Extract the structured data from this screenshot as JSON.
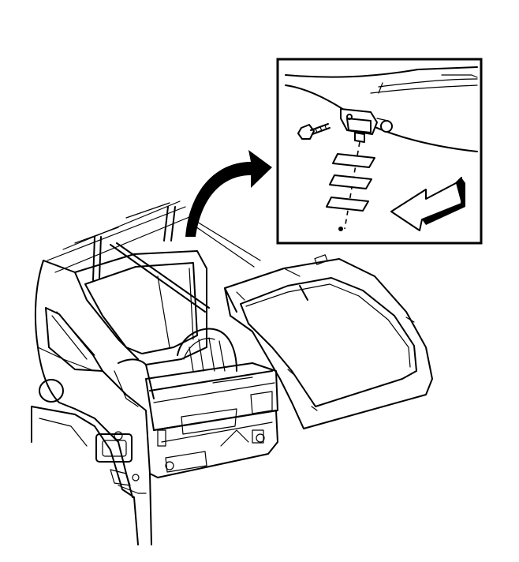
{
  "figure": {
    "colors": {
      "line": "#000000",
      "background": "#ffffff"
    },
    "parts": [
      "vehicle-rear-body",
      "liftgate",
      "detail-inset",
      "callout-arrow",
      "hinge-bracket",
      "hinge-bolt",
      "shim-stack",
      "direction-arrow"
    ]
  }
}
